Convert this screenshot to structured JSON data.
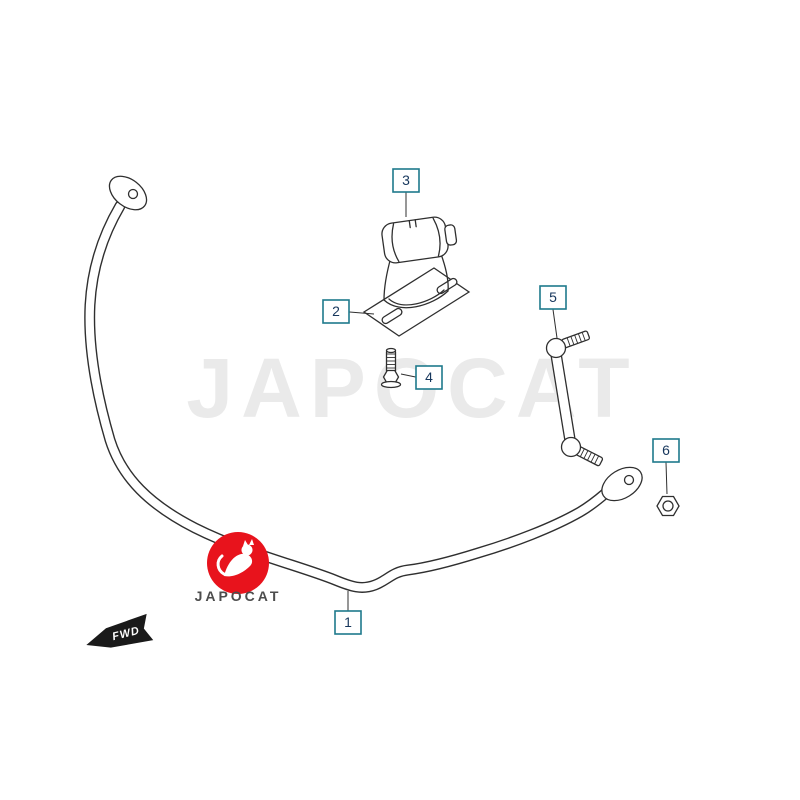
{
  "watermark": {
    "text": "JAPOCAT",
    "color": "#eaeaea"
  },
  "logo": {
    "text": "JAPOCAT",
    "circle_color": "#e8131c",
    "text_color": "#4d4d4d"
  },
  "fwd": {
    "label": "FWD"
  },
  "callouts": [
    {
      "label": "1"
    },
    {
      "label": "2"
    },
    {
      "label": "3"
    },
    {
      "label": "4"
    },
    {
      "label": "5"
    },
    {
      "label": "6"
    }
  ],
  "colors": {
    "callout_border": "#1e7a8c",
    "callout_text": "#16365c",
    "line": "#2f2f2f",
    "background": "#ffffff"
  }
}
